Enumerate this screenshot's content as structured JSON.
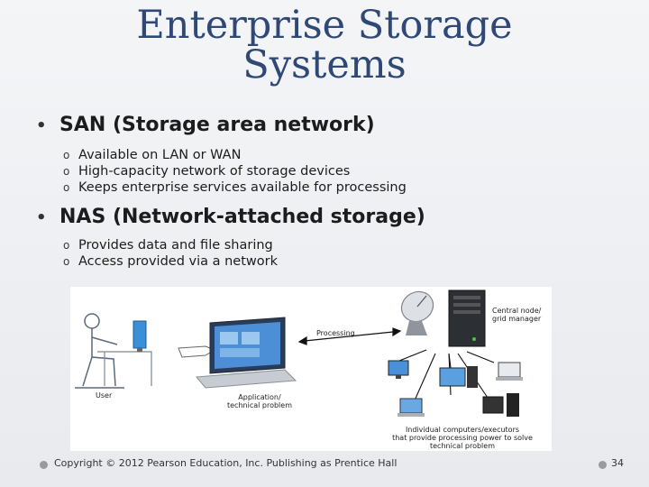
{
  "slide": {
    "title_line1": "Enterprise Storage",
    "title_line2": "Systems",
    "bullets": [
      {
        "marker": "•",
        "text": "SAN (Storage area network)",
        "sub_marker": "o",
        "sub": [
          "Available on LAN or WAN",
          "High-capacity network of storage devices",
          "Keeps enterprise services available for processing"
        ]
      },
      {
        "marker": "•",
        "text": "NAS (Network-attached storage)",
        "sub_marker": "o",
        "sub": [
          "Provides data and file sharing",
          "Access provided via a network"
        ]
      }
    ]
  },
  "figure": {
    "label_user": "User",
    "label_app_1": "Application/",
    "label_app_2": "technical problem",
    "label_processing": "Processing",
    "label_central_1": "Central node/",
    "label_central_2": "grid manager",
    "label_ind_1": "Individual computers/executors",
    "label_ind_2": "that provide processing power to solve",
    "label_ind_3": "technical problem",
    "icons": [
      "person-icon",
      "laptop-icon",
      "satellite-dish-icon",
      "server-tower-icon",
      "monitor-icon",
      "tower-pc-icon"
    ]
  },
  "footer": {
    "copyright": "Copyright © 2012 Pearson Education, Inc. Publishing as Prentice Hall",
    "page_number": "34"
  },
  "colors": {
    "title": "#2f4876",
    "text": "#1c1c1c",
    "accent_blue": "#2a6fc9"
  }
}
